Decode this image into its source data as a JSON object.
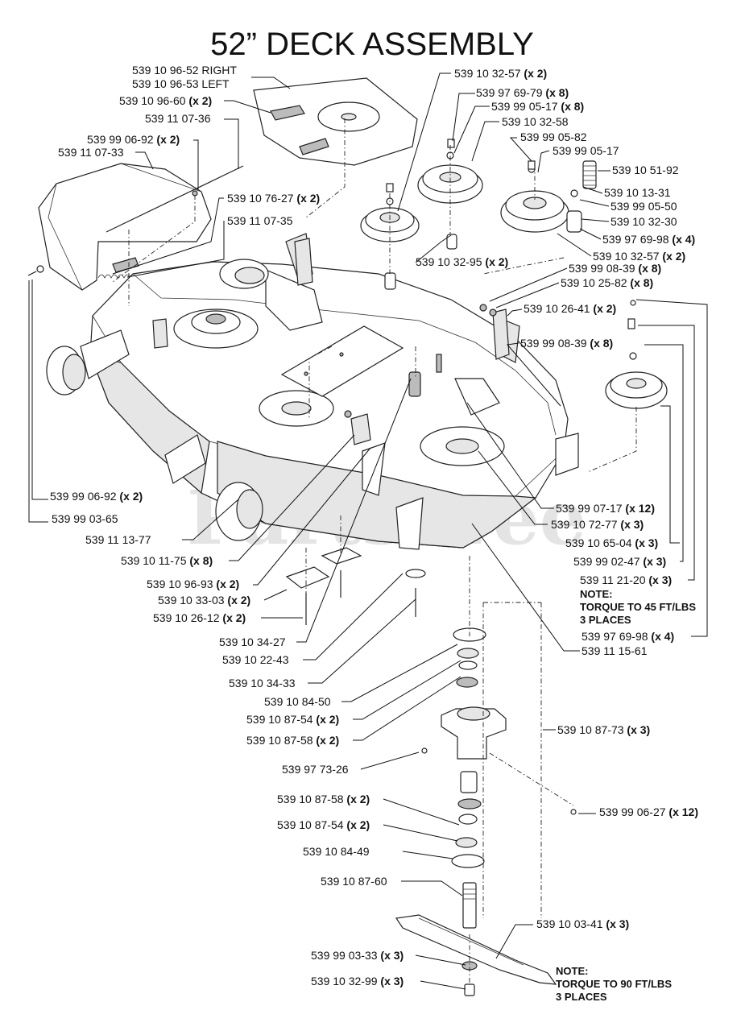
{
  "title": "52” DECK ASSEMBLY",
  "watermark": "PartsTree",
  "callouts": [
    {
      "id": "c1",
      "part": "539 10 96-52 RIGHT"
    },
    {
      "id": "c2",
      "part": "539 10 96-53 LEFT"
    },
    {
      "id": "c3",
      "part": "539 10 96-60",
      "qty": "(x 2)"
    },
    {
      "id": "c4",
      "part": "539 11 07-36"
    },
    {
      "id": "c5",
      "part": "539 99 06-92",
      "qty": "(x 2)"
    },
    {
      "id": "c6",
      "part": "539 11 07-33"
    },
    {
      "id": "c7",
      "part": "539 10 76-27",
      "qty": "(x 2)"
    },
    {
      "id": "c8",
      "part": "539 11 07-35"
    },
    {
      "id": "c9",
      "part": "539 10 32-57",
      "qty": "(x 2)"
    },
    {
      "id": "c10",
      "part": "539 97 69-79",
      "qty": "(x 8)"
    },
    {
      "id": "c11",
      "part": "539 99 05-17",
      "qty": "(x 8)"
    },
    {
      "id": "c12",
      "part": "539 10 32-58"
    },
    {
      "id": "c13",
      "part": "539 99 05-82"
    },
    {
      "id": "c14",
      "part": "539 99 05-17"
    },
    {
      "id": "c15",
      "part": "539 10 51-92"
    },
    {
      "id": "c16",
      "part": "539 10 13-31"
    },
    {
      "id": "c17",
      "part": "539 99 05-50"
    },
    {
      "id": "c18",
      "part": "539 10 32-30"
    },
    {
      "id": "c19",
      "part": "539 97 69-98",
      "qty": "(x 4)"
    },
    {
      "id": "c20",
      "part": "539 10 32-57",
      "qty": "(x 2)"
    },
    {
      "id": "c21",
      "part": "539 10 32-95",
      "qty": "(x 2)"
    },
    {
      "id": "c22",
      "part": "539 99 08-39",
      "qty": "(x 8)"
    },
    {
      "id": "c23",
      "part": "539 10 25-82",
      "qty": "(x 8)"
    },
    {
      "id": "c24",
      "part": "539 10 26-41",
      "qty": "(x 2)"
    },
    {
      "id": "c25",
      "part": "539 99 08-39",
      "qty": "(x 8)"
    },
    {
      "id": "c26",
      "part": "539 99 06-92",
      "qty": "(x 2)"
    },
    {
      "id": "c27",
      "part": "539 99 03-65"
    },
    {
      "id": "c28",
      "part": "539 11 13-77"
    },
    {
      "id": "c29",
      "part": "539 10 11-75",
      "qty": "(x 8)"
    },
    {
      "id": "c30",
      "part": "539 10 96-93",
      "qty": "(x 2)"
    },
    {
      "id": "c31",
      "part": "539 10 33-03",
      "qty": "(x 2)"
    },
    {
      "id": "c32",
      "part": "539 10 26-12",
      "qty": "(x 2)"
    },
    {
      "id": "c33",
      "part": "539 10 34-27"
    },
    {
      "id": "c34",
      "part": "539 10 22-43"
    },
    {
      "id": "c35",
      "part": "539 10 34-33"
    },
    {
      "id": "c36",
      "part": "539 10 84-50"
    },
    {
      "id": "c37",
      "part": "539 10 87-54",
      "qty": "(x 2)"
    },
    {
      "id": "c38",
      "part": "539 10 87-58",
      "qty": "(x 2)"
    },
    {
      "id": "c39",
      "part": "539 97 73-26"
    },
    {
      "id": "c40",
      "part": "539 10 87-58",
      "qty": "(x 2)"
    },
    {
      "id": "c41",
      "part": "539 10 87-54",
      "qty": "(x 2)"
    },
    {
      "id": "c42",
      "part": "539 10 84-49"
    },
    {
      "id": "c43",
      "part": "539 10 87-60"
    },
    {
      "id": "c44",
      "part": "539 99 03-33",
      "qty": "(x 3)"
    },
    {
      "id": "c45",
      "part": "539 10 32-99",
      "qty": "(x 3)"
    },
    {
      "id": "c46",
      "part": "539 99 07-17",
      "qty": "(x 12)"
    },
    {
      "id": "c47",
      "part": "539 10 72-77",
      "qty": "(x 3)"
    },
    {
      "id": "c48",
      "part": "539 10 65-04",
      "qty": "(x 3)"
    },
    {
      "id": "c49",
      "part": "539 99 02-47",
      "qty": "(x 3)"
    },
    {
      "id": "c50",
      "part": "539 11 21-20",
      "qty": "(x 3)"
    },
    {
      "id": "c51",
      "part": "539 97 69-98",
      "qty": "(x 4)"
    },
    {
      "id": "c52",
      "part": "539 11 15-61"
    },
    {
      "id": "c53",
      "part": "539 10 87-73",
      "qty": "(x 3)"
    },
    {
      "id": "c54",
      "part": "539 99 06-27",
      "qty": "(x 12)"
    },
    {
      "id": "c55",
      "part": "539 10 03-41",
      "qty": "(x 3)"
    }
  ],
  "notes": [
    {
      "id": "n1",
      "lines": [
        "NOTE:",
        "TORQUE TO 45 FT/LBS",
        "3 PLACES"
      ]
    },
    {
      "id": "n2",
      "lines": [
        "NOTE:",
        "TORQUE TO 90 FT/LBS",
        "3 PLACES"
      ]
    }
  ]
}
